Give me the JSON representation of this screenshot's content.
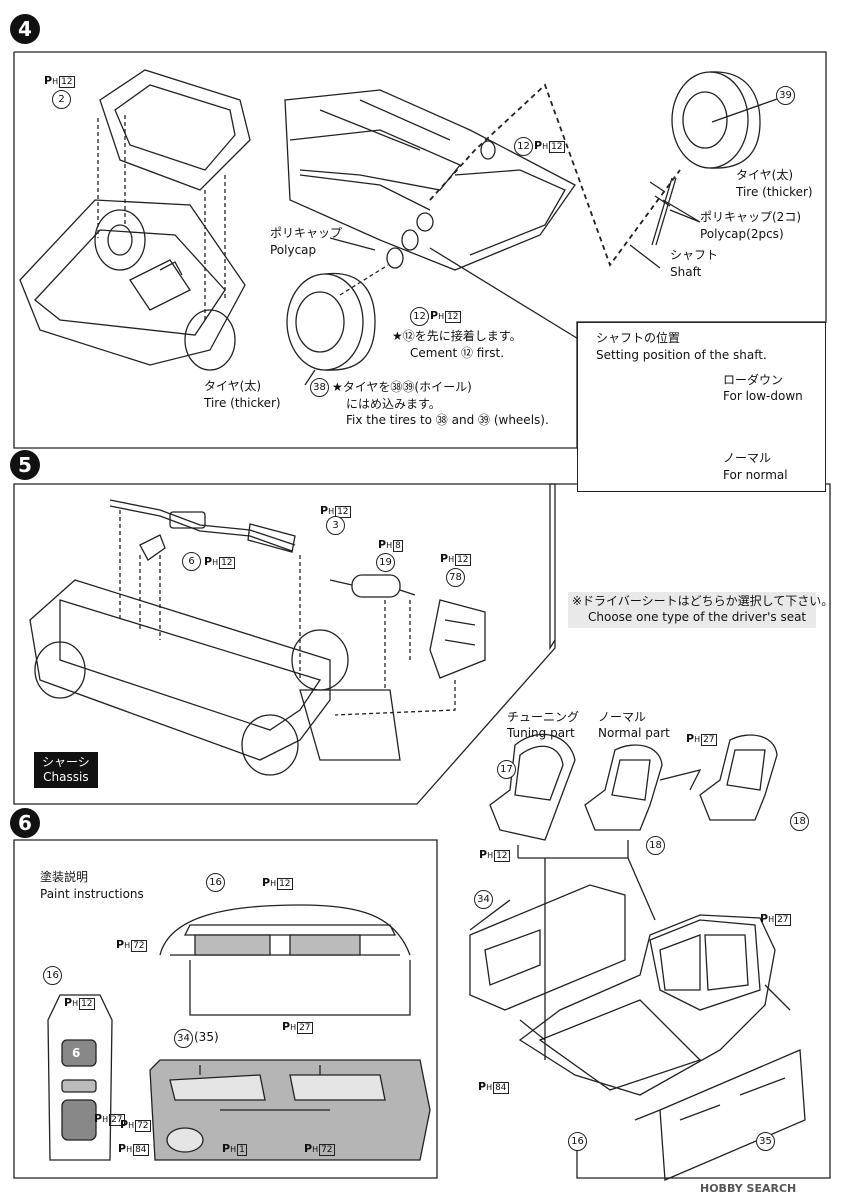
{
  "steps": {
    "step4": {
      "number": "4",
      "labels": {
        "polycap_jp": "ポリキャップ",
        "polycap_en": "Polycap",
        "tire_thick_jp_1": "タイヤ(太)",
        "tire_thick_en_1": "Tire (thicker)",
        "tire_thick_jp_2": "タイヤ(太)",
        "tire_thick_en_2": "Tire (thicker)",
        "polycap2_jp": "ポリキャップ(2コ)",
        "polycap2_en": "Polycap(2pcs)",
        "shaft_jp": "シャフト",
        "shaft_en": "Shaft",
        "cement_jp": "★⑫を先に接着します。",
        "cement_en": "Cement ⑫ first.",
        "fix_jp": "★タイヤを㊳㊴(ホイール)",
        "fix_jp2": "にはめ込みます。",
        "fix_en": "Fix the tires to ㊳ and ㊴ (wheels)."
      },
      "parts": {
        "p2": "2",
        "p12a": "12",
        "p12b": "12",
        "p38": "38",
        "p39": "39"
      },
      "paint": {
        "ph12_a": "12",
        "ph12_b": "12",
        "ph12_c": "12"
      },
      "callout": {
        "title_jp": "シャフトの位置",
        "title_en": "Setting position of the shaft.",
        "low_jp": "ローダウン",
        "low_en": "For low-down",
        "normal_jp": "ノーマル",
        "normal_en": "For normal"
      }
    },
    "step5": {
      "number": "5",
      "parts": {
        "p3": "3",
        "p6": "6",
        "p19": "19",
        "p78": "78"
      },
      "paint": {
        "ph12_a": "12",
        "ph12_b": "12",
        "ph8": "8",
        "ph12_c": "12"
      },
      "chassis_jp": "シャーシ",
      "chassis_en": "Chassis"
    },
    "seat": {
      "note_jp": "※ドライバーシートはどちらか選択して下さい。",
      "note_en": "Choose one type of the driver's seat",
      "tuning_jp": "チューニング",
      "tuning_en": "Tuning part",
      "normal_jp": "ノーマル",
      "normal_en": "Normal part",
      "parts": {
        "p17": "17",
        "p18a": "18",
        "p18b": "18",
        "p34": "34",
        "p16": "16",
        "p35": "35"
      },
      "paint": {
        "ph12": "12",
        "ph27a": "27",
        "ph27b": "27",
        "ph84": "84"
      }
    },
    "step6": {
      "number": "6",
      "paint_title_jp": "塗装説明",
      "paint_title_en": "Paint instructions",
      "parts": {
        "p16a": "16",
        "p16b": "16",
        "p34": "34",
        "p35": "(35)"
      },
      "gear_label": "6",
      "paint": {
        "ph12_dash": "12",
        "ph72_dash": "72",
        "ph12_console": "12",
        "ph27_console": "27",
        "ph84_console": "84",
        "ph27_door": "27",
        "ph72_door_a": "72",
        "ph1_door": "1",
        "ph72_door_b": "72"
      }
    }
  },
  "footer": "HOBBY SEARCH"
}
